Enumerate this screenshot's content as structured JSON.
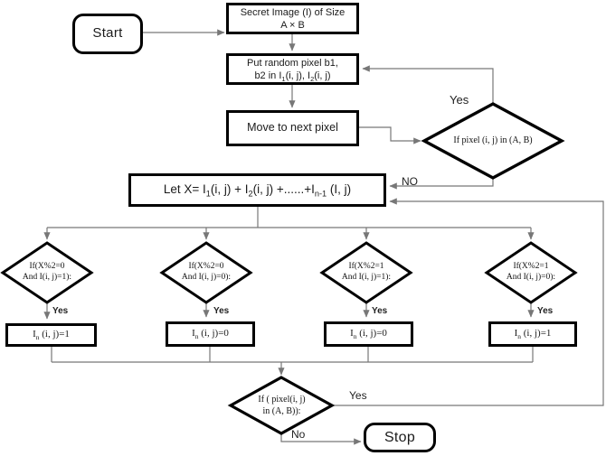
{
  "colors": {
    "background": "#ffffff",
    "shape_border": "#000000",
    "connector": "#777777",
    "text": "#1b1b1b"
  },
  "nodes": {
    "start": {
      "label": "Start"
    },
    "secret_image": {
      "line1": "Secret Image (I) of Size",
      "line2": "A × B"
    },
    "put_random": {
      "line1": "Put random pixel b1,",
      "line2": [
        "b2 in I",
        "1",
        "(i, j), I",
        "2",
        "(i, j)"
      ]
    },
    "move_next": {
      "label": "Move to next pixel"
    },
    "check_pixel_loop": {
      "label": "If pixel (i, j) in (A, B)"
    },
    "let_x": {
      "parts": [
        "Let X= I",
        "1",
        "(i, j) + I",
        "2",
        "(i, j) +......+I",
        "n-1",
        " (I, j)"
      ]
    },
    "cond1": {
      "line1": "If(X%2=0",
      "line2": "And I(i, j)=1):"
    },
    "cond2": {
      "line1": "If(X%2=0",
      "line2": "And I(i, j)=0):"
    },
    "cond3": {
      "line1": "If(X%2=1",
      "line2": "And I(i, j)=1):"
    },
    "cond4": {
      "line1": "If(X%2=1",
      "line2": "And I(i, j)=0):"
    },
    "set1": {
      "parts": [
        "I",
        "n",
        " (i, j)=1"
      ]
    },
    "set2": {
      "parts": [
        "I",
        "n",
        " (i, j)=0"
      ]
    },
    "set3": {
      "parts": [
        "I",
        "n",
        " (i, j)=0"
      ]
    },
    "set4": {
      "parts": [
        "I",
        "n",
        " (i, j)=1"
      ]
    },
    "check_pixel_end": {
      "line1": "If ( pixel(i, j)",
      "line2": "in (A, B)):"
    },
    "stop": {
      "label": "Stop"
    }
  },
  "edge_labels": {
    "yes_loop": "Yes",
    "no_loop": "NO",
    "yes1": "Yes",
    "yes2": "Yes",
    "yes3": "Yes",
    "yes4": "Yes",
    "yes_end": "Yes",
    "no_end": "No"
  }
}
